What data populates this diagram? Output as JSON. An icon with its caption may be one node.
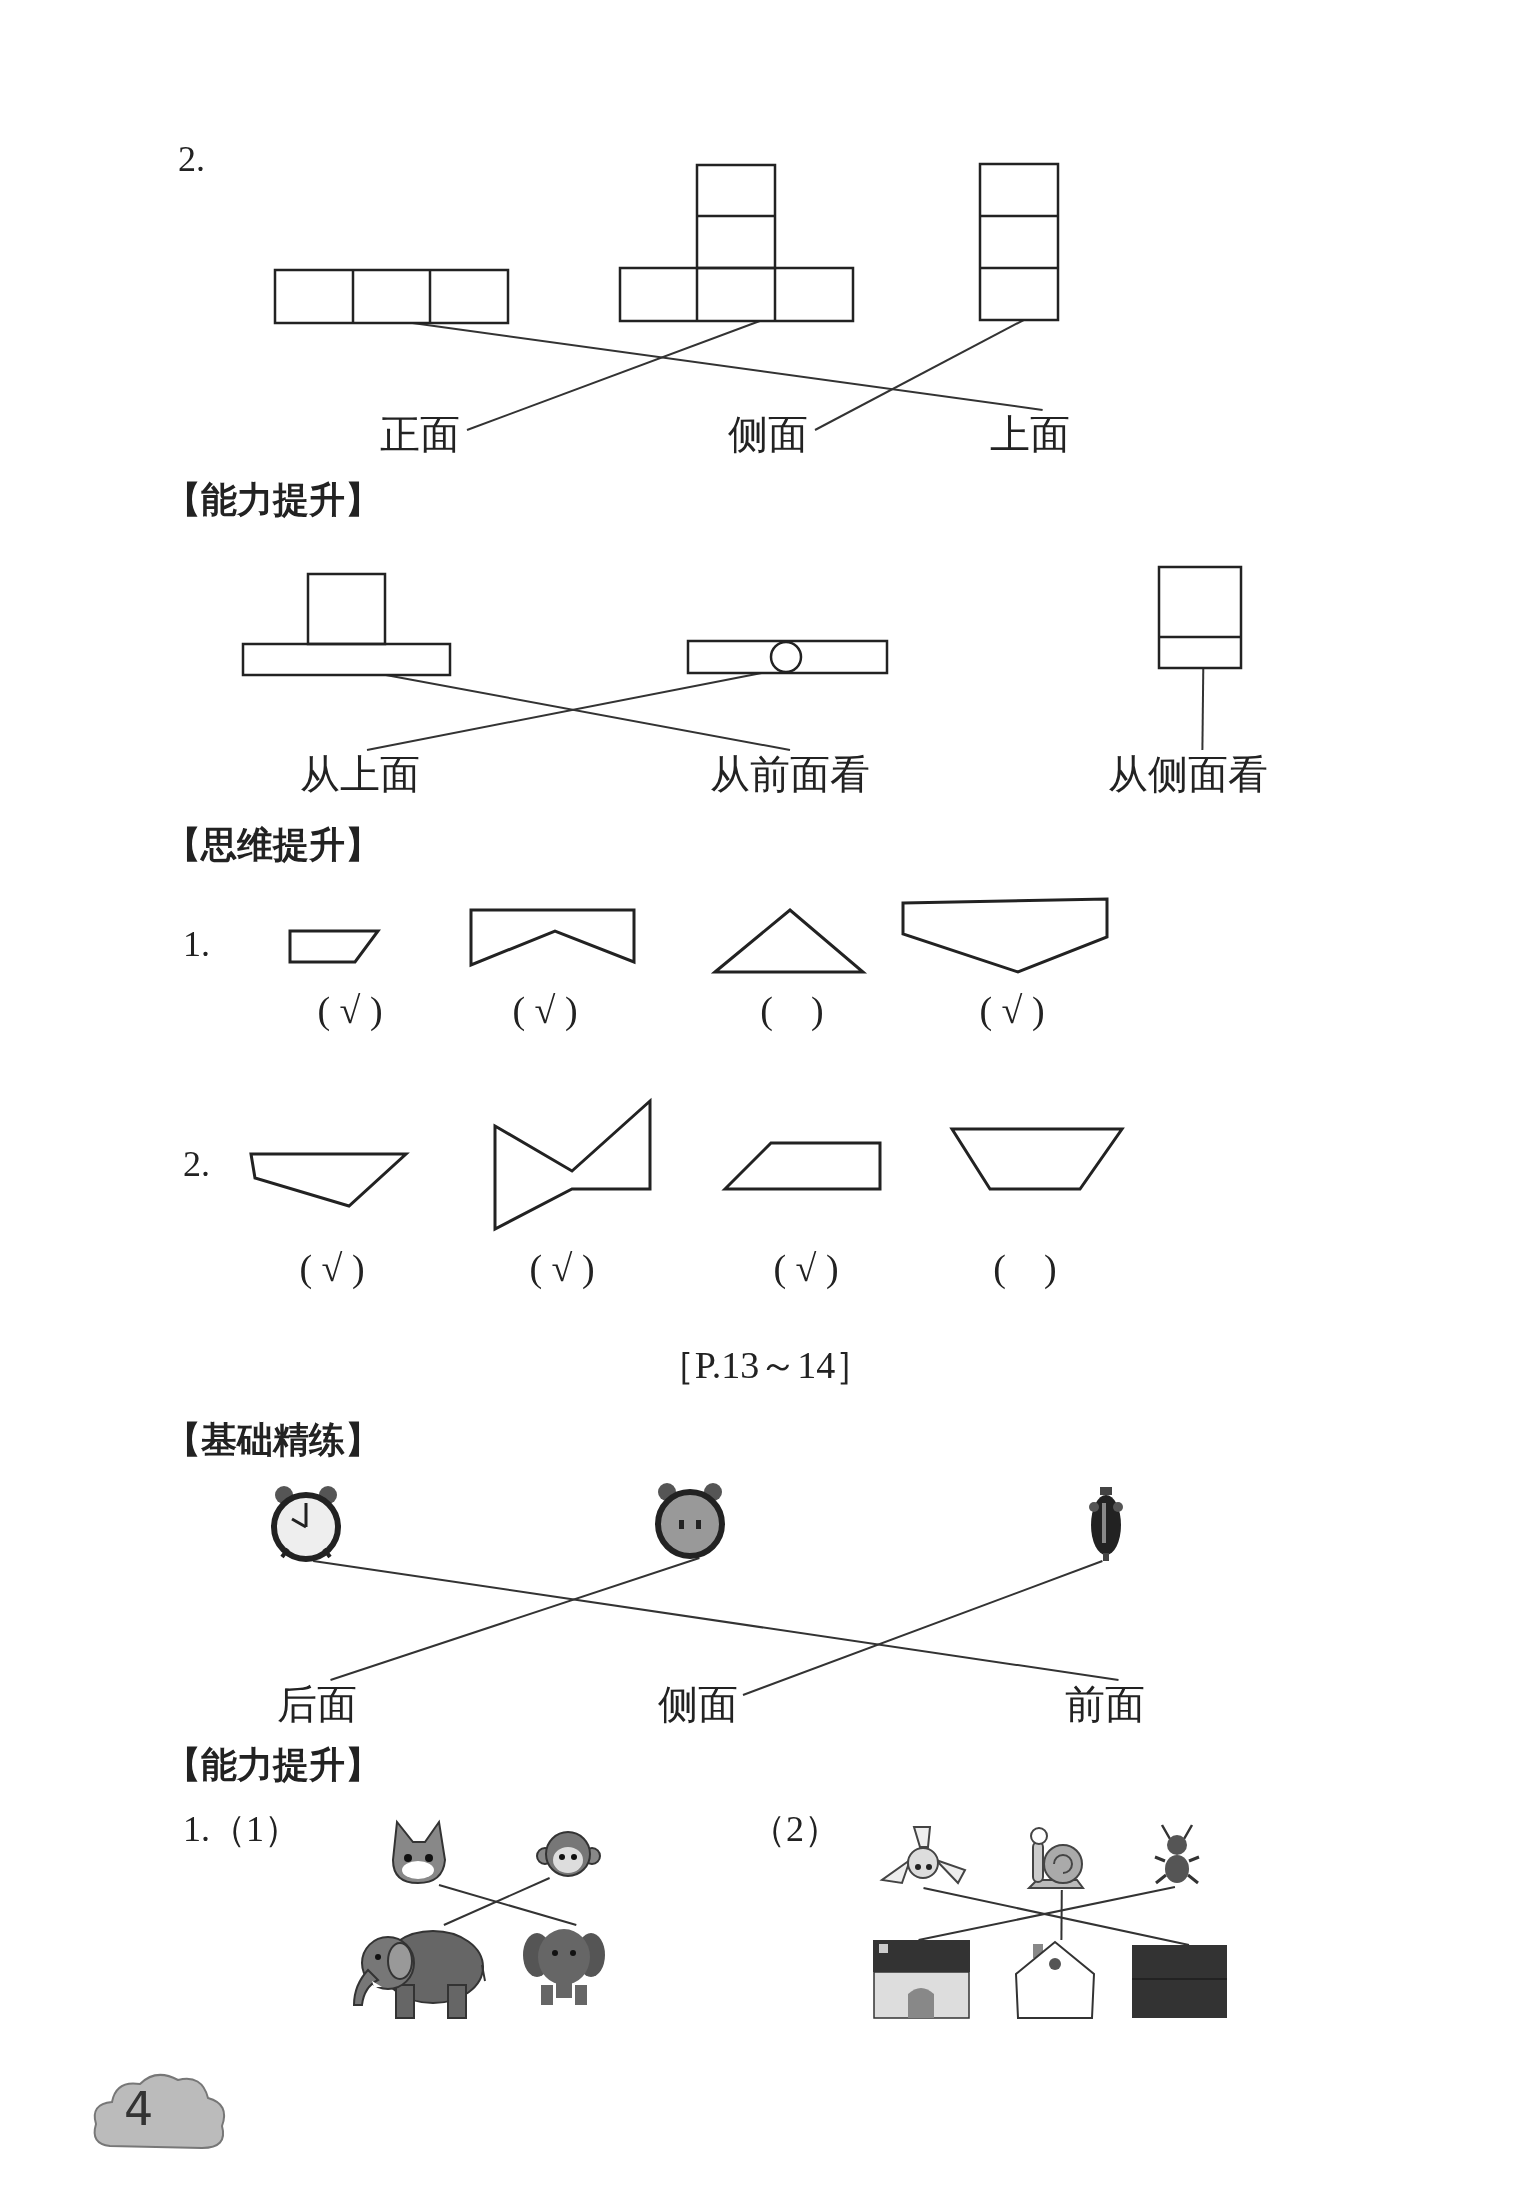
{
  "diagram": {
    "nodes": [
      {
        "text": [],
        "shape": "box"
      },
      {
        "text": [],
        "shape": "box"
      },
      {
        "text": [],
        "shape": "box"
      },
      {
        "text": [
          "正面"
        ]
      },
      {
        "text": [
          "侧面"
        ]
      },
      {
        "text": [
          "上面"
        ]
      },
      {
        "text": [],
        "shape": "box"
      },
      {
        "text": [],
        "shape": "box"
      },
      {
        "text": [],
        "shape": "box"
      },
      {
        "text": [
          "从上面"
        ]
      },
      {
        "text": [
          "从前面看"
        ]
      },
      {
        "text": [
          "从侧面看"
        ]
      },
      {
        "text": [],
        "shape": "polygon"
      },
      {
        "text": [],
        "shape": "polygon"
      },
      {
        "text": [],
        "shape": "polygon"
      },
      {
        "text": [],
        "shape": "polygon"
      },
      {
        "text": [],
        "shape": "polygon"
      },
      {
        "text": [],
        "shape": "polygon"
      },
      {
        "text": [],
        "shape": "polygon"
      },
      {
        "text": [],
        "shape": "polygon"
      },
      {
        "text": [],
        "shape": "picture"
      },
      {
        "text": [],
        "shape": "picture"
      },
      {
        "text": [],
        "shape": "picture"
      },
      {
        "text": [
          "后面"
        ]
      },
      {
        "text": [
          "侧面"
        ]
      },
      {
        "text": [
          "前面"
        ]
      },
      {
        "text": [],
        "shape": "picture"
      },
      {
        "text": [],
        "shape": "picture"
      },
      {
        "text": [],
        "shape": "picture"
      },
      {
        "text": [],
        "shape": "picture"
      },
      {
        "text": [],
        "shape": "picture"
      },
      {
        "text": [],
        "shape": "picture"
      },
      {
        "text": [],
        "shape": "picture"
      },
      {
        "text": [],
        "shape": "picture"
      },
      {
        "text": [],
        "shape": "picture"
      },
      {
        "text": [],
        "shape": "picture"
      },
      {
        "text": [
          "4"
        ]
      }
    ],
    "edges": [
      {
        "from": 0,
        "to": 5,
        "arrow": "none"
      },
      {
        "from": 3,
        "to": 1,
        "arrow": "none"
      },
      {
        "from": 4,
        "to": 2,
        "arrow": "none"
      },
      {
        "from": 6,
        "to": 10,
        "arrow": "none"
      },
      {
        "from": 9,
        "to": 7,
        "arrow": "none"
      },
      {
        "from": 8,
        "to": 11,
        "arrow": "none"
      },
      {
        "from": 20,
        "to": 25,
        "arrow": "none"
      },
      {
        "from": 23,
        "to": 21,
        "arrow": "none"
      },
      {
        "from": 24,
        "to": 22,
        "arrow": "none"
      },
      {
        "from": 26,
        "to": 29,
        "arrow": "none"
      },
      {
        "from": 27,
        "to": 28,
        "arrow": "none"
      },
      {
        "from": 30,
        "to": 35,
        "arrow": "none"
      },
      {
        "from": 31,
        "to": 34,
        "arrow": "none"
      },
      {
        "from": 32,
        "to": 33,
        "arrow": "none"
      }
    ],
    "labels": [
      "2.",
      "【能力提升】",
      "【思维提升】",
      "1.",
      "( √ )",
      "( √ )",
      "(    )",
      "( √ )",
      "2.",
      "( √ )",
      "( √ )",
      "( √ )",
      "(    )",
      "［P.13～14］",
      "【基础精练】",
      "【能力提升】",
      "1.（1）",
      "（2）"
    ]
  }
}
